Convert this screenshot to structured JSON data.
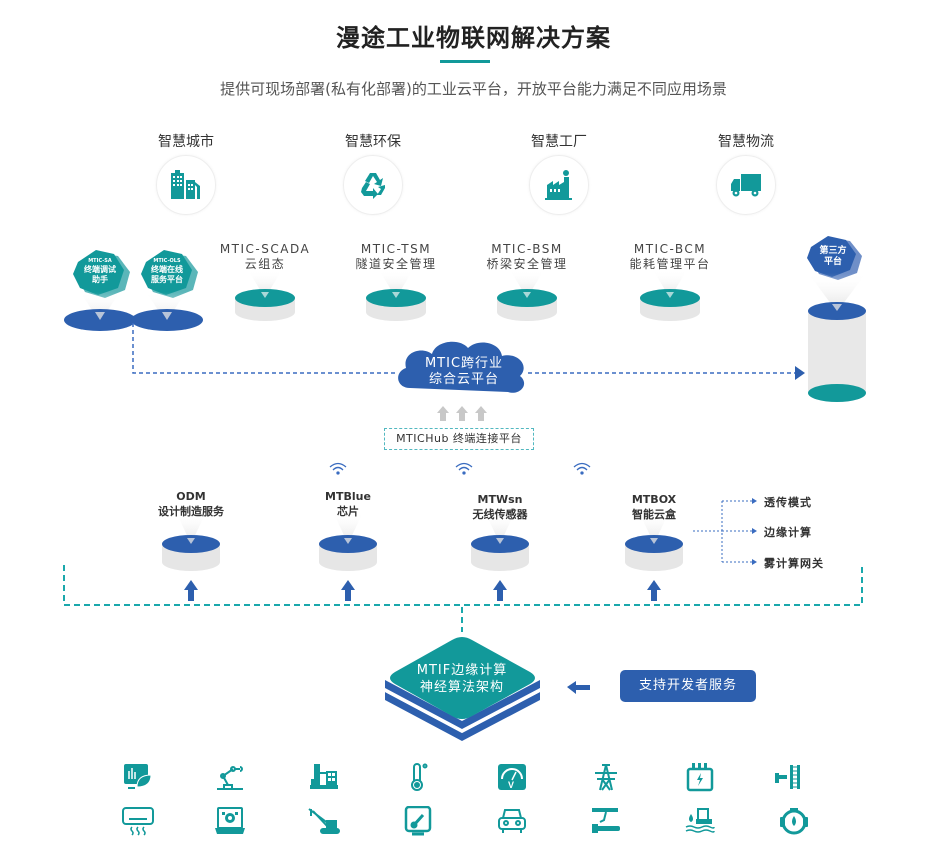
{
  "header": {
    "title": "漫途工业物联网解决方案",
    "subtitle": "提供可现场部署(私有化部署)的工业云平台，开放平台能力满足不同应用场景"
  },
  "colors": {
    "teal": "#12999a",
    "blue": "#2d5fae",
    "gray_cylinder": "#e8e8e8",
    "dashed_teal": "#1aa8ac",
    "dashed_blue": "#3a6cc0"
  },
  "scenarios": [
    {
      "label": "智慧城市",
      "icon": "city-buildings-icon"
    },
    {
      "label": "智慧环保",
      "icon": "recycle-icon"
    },
    {
      "label": "智慧工厂",
      "icon": "factory-icon"
    },
    {
      "label": "智慧物流",
      "icon": "truck-icon"
    }
  ],
  "left_tools": [
    {
      "code": "MTIC-SA",
      "name_line1": "终端调试",
      "name_line2": "助手"
    },
    {
      "code": "MTIC-OLS",
      "name_line1": "终端在线",
      "name_line2": "服务平台"
    }
  ],
  "platforms": [
    {
      "code": "MTIC-SCADA",
      "name": "云组态"
    },
    {
      "code": "MTIC-TSM",
      "name": "隧道安全管理"
    },
    {
      "code": "MTIC-BSM",
      "name": "桥梁安全管理"
    },
    {
      "code": "MTIC-BCM",
      "name": "能耗管理平台"
    }
  ],
  "third_party": {
    "line1": "第三方",
    "line2": "平台"
  },
  "cloud": {
    "line1": "MTIC跨行业",
    "line2": "综合云平台"
  },
  "hub": {
    "label": "MTICHub 终端连接平台"
  },
  "devices": [
    {
      "code": "ODM",
      "name": "设计制造服务",
      "wifi": false
    },
    {
      "code": "MTBlue",
      "name": "芯片",
      "wifi": true
    },
    {
      "code": "MTWsn",
      "name": "无线传感器",
      "wifi": true
    },
    {
      "code": "MTBOX",
      "name": "智能云盒",
      "wifi": true
    }
  ],
  "mtbox_modes": [
    "透传模式",
    "边缘计算",
    "雾计算网关"
  ],
  "edge": {
    "line1": "MTIF边缘计算",
    "line2": "神经算法架构"
  },
  "developer_service": {
    "label": "支持开发者服务"
  },
  "industry_icons": {
    "row1": [
      "plant-monitor-icon",
      "robot-arm-icon",
      "machine-tool-icon",
      "thermometer-icon",
      "voltmeter-icon",
      "power-tower-icon",
      "transformer-icon",
      "wall-sensor-icon"
    ],
    "row2": [
      "air-conditioner-icon",
      "control-panel-icon",
      "crane-icon",
      "temperature-gauge-icon",
      "car-icon",
      "gantry-arm-icon",
      "water-treatment-icon",
      "flow-meter-icon"
    ]
  }
}
